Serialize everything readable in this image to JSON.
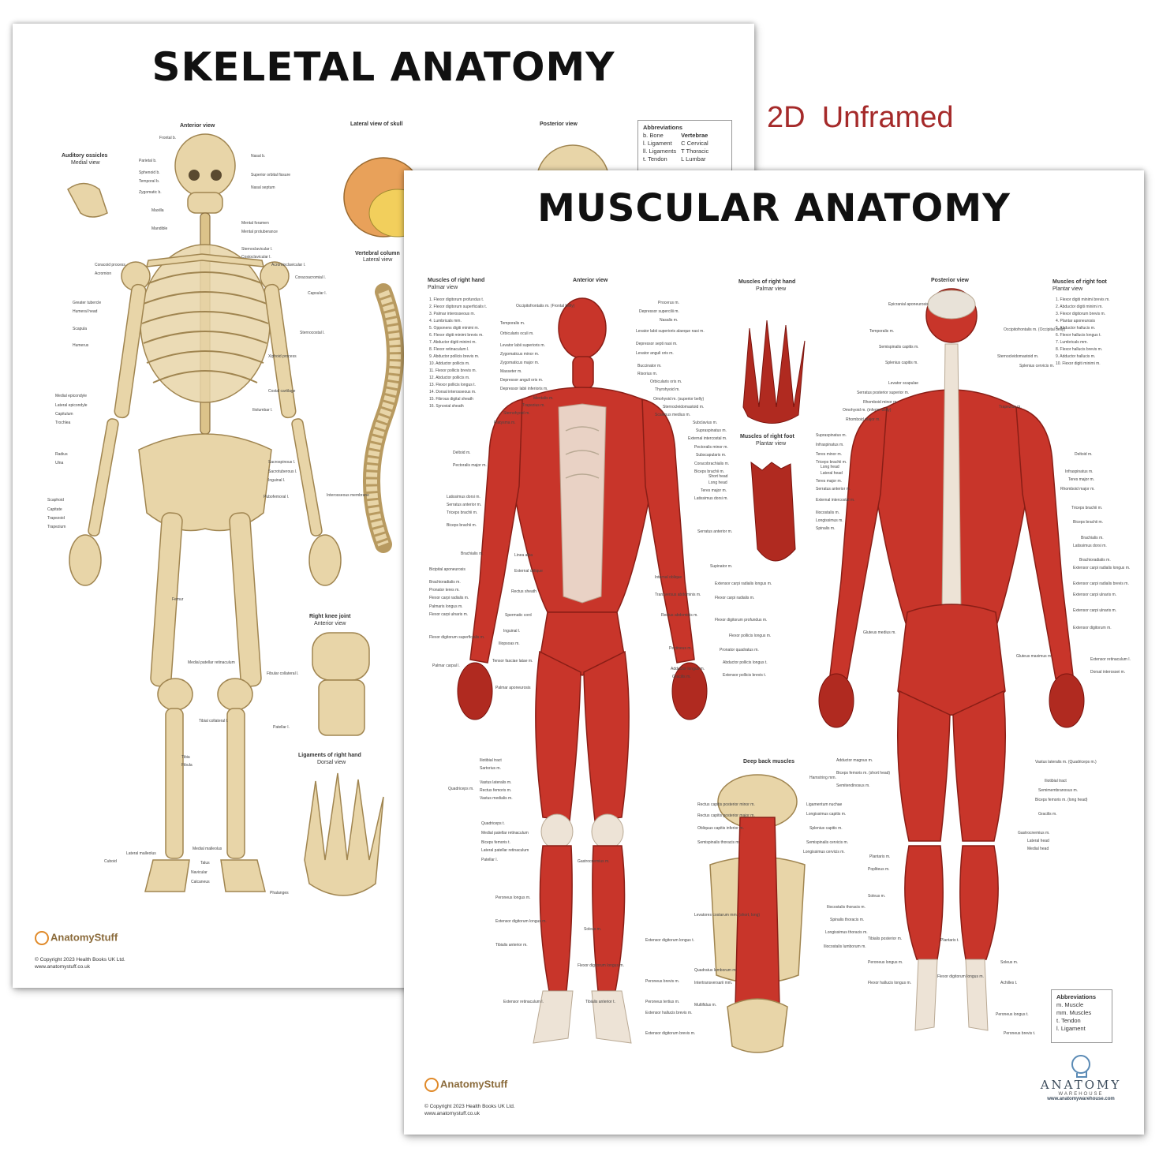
{
  "tag_text": "2D  Unframed",
  "skeletal": {
    "title": "SKELETAL ANATOMY",
    "views": {
      "anterior": "Anterior view",
      "lateral_skull": "Lateral view of skull",
      "posterior": "Posterior view",
      "auditory": "Auditory ossicles",
      "auditory_sub": "Medial view",
      "vertebral": "Vertebral column",
      "vertebral_sub": "Lateral view",
      "knee": "Right knee joint",
      "knee_sub": "Anterior view",
      "hand": "Ligaments of right hand",
      "hand_sub": "Dorsal view"
    },
    "labels_left": [
      "Frontal b.",
      "Parietal b.",
      "Sphenoid b.",
      "Temporal b.",
      "Zygomatic b.",
      "Maxilla",
      "Mandible",
      "Coracoid process",
      "Acromion",
      "Greater tubercle",
      "Humeral head",
      "Scapula",
      "Humerus",
      "Medial epicondyle",
      "Lateral epicondyle",
      "Capitulum",
      "Trochlea",
      "Radius",
      "Ulna",
      "Scaphoid",
      "Capitate",
      "Trapezoid",
      "Trapezium"
    ],
    "labels_right": [
      "Nasal b.",
      "Superior orbital fissure",
      "Nasal septum",
      "Mental foramen",
      "Mental protuberance",
      "Sternoclavicular l.",
      "Costoclavicular l.",
      "Acromioclavicular l.",
      "Coracoacromial l.",
      "Capsular l.",
      "Sternocostal l.",
      "Xiphoid process",
      "Costal cartilage",
      "Iliolumbar l.",
      "Sacrospinous l.",
      "Sacrotuberous l.",
      "Inguinal l.",
      "Pubofemoral l.",
      "Interosseous membrane"
    ],
    "labels_lower": [
      "Femur",
      "Medial patellar retinaculum",
      "Tibial collateral l.",
      "Fibular collateral l.",
      "Patellar l.",
      "Tibia",
      "Fibula",
      "Medial malleolus",
      "Talus",
      "Navicular",
      "Calcaneus",
      "Lateral malleolus",
      "Cuboid",
      "Phalanges"
    ],
    "abbrev_title": "Abbreviations",
    "abbrev_col1": [
      "b.  Bone",
      "l.  Ligament",
      "ll. Ligaments",
      "t.  Tendon"
    ],
    "abbrev_col2_title": "Vertebrae",
    "abbrev_col2": [
      "C  Cervical",
      "T  Thoracic",
      "L  Lumbar"
    ],
    "brand": "AnatomyStuff",
    "copyright": "© Copyright 2023 Health Books UK Ltd.",
    "url": "www.anatomystuff.co.uk"
  },
  "muscular": {
    "title": "MUSCULAR ANATOMY",
    "views": {
      "hand_palmar": "Muscles of right hand",
      "hand_palmar_sub": "Palmar view",
      "anterior": "Anterior view",
      "hand2": "Muscles of right hand",
      "hand2_sub": "Palmar view",
      "foot": "Muscles of right foot",
      "foot_sub": "Plantar view",
      "posterior": "Posterior view",
      "foot2": "Muscles of right foot",
      "foot2_sub": "Plantar view",
      "deep_back": "Deep back muscles"
    },
    "hand_list": [
      "1. Flexor digitorum profundus t.",
      "2. Flexor digitorum superficialis t.",
      "3. Palmar interosseous m.",
      "4. Lumbricals mm.",
      "5. Opponens digiti minimi m.",
      "6. Flexor digiti minimi brevis m.",
      "7. Abductor digiti minimi m.",
      "8. Flexor retinaculum l.",
      "9. Abductor pollicis brevis m.",
      "10. Adductor pollicis m.",
      "11. Flexor pollicis brevis m.",
      "12. Abductor pollicis m.",
      "13. Flexor pollicis longus t.",
      "14. Dorsal interosseous m.",
      "15. Fibrous digital sheath",
      "16. Synovial sheath"
    ],
    "foot_list": [
      "1. Flexor digiti minimi brevis m.",
      "2. Abductor digiti minimi m.",
      "3. Flexor digitorum brevis m.",
      "4. Plantar aponeurosis",
      "5. Abductor hallucis m.",
      "6. Flexor hallucis longus t.",
      "7. Lumbricals mm.",
      "8. Flexor hallucis brevis m.",
      "9. Adductor hallucis m.",
      "10. Flexor digiti minimi m."
    ],
    "labels_left": [
      "Occipitofrontalis m. (Frontal belly)",
      "Temporalis m.",
      "Orbicularis oculi m.",
      "Levator labii superioris m.",
      "Zygomaticus minor m.",
      "Zygomaticus major m.",
      "Masseter m.",
      "Depressor anguli oris m.",
      "Depressor labii inferioris m.",
      "Mentalis m.",
      "Trapezius m.",
      "Sternohyoid m.",
      "Platysma m.",
      "Deltoid m.",
      "Pectoralis major m.",
      "Latissimus dorsi m.",
      "Serratus anterior m.",
      "Triceps brachii m.",
      "Biceps brachii m.",
      "Brachialis m.",
      "Linea alba",
      "External oblique",
      "Bicipital aponeurosis",
      "Brachioradialis m.",
      "Pronator teres m.",
      "Flexor carpi radialis m.",
      "Palmaris longus m.",
      "Flexor carpi ulnaris m.",
      "Rectus sheath",
      "Spermatic cord",
      "Inguinal l.",
      "Iliopsoas m.",
      "Tensor fasciae latae m.",
      "Flexor digitorum superficialis m.",
      "Palmar carpal l.",
      "Palmar aponeurosis"
    ],
    "labels_right": [
      "Procerus m.",
      "Depressor supercilii m.",
      "Nasalis m.",
      "Levator labii superioris alaeque nasi m.",
      "Depressor septi nasi m.",
      "Levator anguli oris m.",
      "Buccinator m.",
      "Risorius m.",
      "Orbicularis oris m.",
      "Thyrohyoid m.",
      "Omohyoid m. (superior belly)",
      "Sternocleidomastoid m.",
      "Scalenus medius m.",
      "Subclavius m.",
      "Supraspinatus m.",
      "External intercostal m.",
      "Pectoralis minor m.",
      "Subscapularis m.",
      "Coracobrachialis m.",
      "Biceps brachii m.",
      "Short head",
      "Long head",
      "Teres major m.",
      "Latissimus dorsi m.",
      "Serratus anterior m.",
      "Supinator m.",
      "Internal oblique",
      "Transversus abdominis m.",
      "Rectus abdominis m.",
      "Extensor carpi radialis longus m.",
      "Flexor carpi radialis m.",
      "Flexor digitorum profundus m.",
      "Flexor pollicis longus m.",
      "Pronator quadratus m.",
      "Abductor pollicis longus t.",
      "Extensor pollicis brevis t.",
      "Pectineus m.",
      "Adductor longus m.",
      "Gracilis m."
    ],
    "labels_lower": [
      "Iliotibial tract",
      "Sartorius m.",
      "Quadriceps m.",
      "Vastus lateralis m.",
      "Rectus femoris m.",
      "Vastus medialis m.",
      "Quadriceps t.",
      "Medial patellar retinaculum",
      "Biceps femoris t.",
      "Lateral patellar retinaculum",
      "Patellar l.",
      "Gastrocnemius m.",
      "Peroneus longus m.",
      "Extensor digitorum longus m.",
      "Tibialis anterior m.",
      "Soleus m.",
      "Flexor digitorum longus m.",
      "Extensor retinaculum l.",
      "Tibialis anterior t.",
      "Extensor digitorum longus t.",
      "Peroneus brevis m.",
      "Peroneus tertius m.",
      "Extensor hallucis brevis m.",
      "Extensor digitorum brevis m."
    ],
    "labels_posterior": [
      "Epicranial aponeurosis",
      "Temporalis m.",
      "Semispinalis capitis m.",
      "Splenius capitis m.",
      "Occipitofrontalis m. (Occipital belly)",
      "Sternocleidomastoid m.",
      "Splenius cervicis m.",
      "Levator scapulae",
      "Serratus posterior superior m.",
      "Rhomboid minor m.",
      "Omohyoid m. (inferior belly)",
      "Rhomboid major m.",
      "Trapezius m.",
      "Supraspinatus m.",
      "Infraspinatus m.",
      "Teres minor m.",
      "Triceps brachii m.",
      "Long head",
      "Lateral head",
      "Teres major m.",
      "Serratus anterior m.",
      "External intercostal m.",
      "Iliocostalis m.",
      "Longissimus m.",
      "Spinalis m.",
      "Deltoid m.",
      "Infraspinatus m.",
      "Teres major m.",
      "Rhomboid major m.",
      "Triceps brachii m.",
      "Biceps brachii m.",
      "Brachialis m.",
      "Latissimus dorsi m.",
      "Brachioradialis m.",
      "Extensor carpi radialis longus m.",
      "Extensor carpi radialis brevis m.",
      "Extensor carpi ulnaris m.",
      "Extensor carpi ulnaris m.",
      "Extensor digitorum m.",
      "Gluteus medius m.",
      "Gluteus maximus m.",
      "Extensor retinaculum l.",
      "Dorsal interossei m."
    ],
    "labels_posterior_lower": [
      "Adductor magnus m.",
      "Biceps femoris m. (short head)",
      "Semitendinosus m.",
      "Hamstring mm.",
      "Vastus lateralis m. (Quadriceps m.)",
      "Iliotibial tract",
      "Semimembranosus m.",
      "Biceps femoris m. (long head)",
      "Gracilis m.",
      "Gastrocnemius m.",
      "Lateral head",
      "Medial head",
      "Plantaris m.",
      "Popliteus m.",
      "Soleus m.",
      "Tibialis posterior m.",
      "Peroneus longus m.",
      "Flexor hallucis longus m.",
      "Plantaris t.",
      "Flexor digitorum longus m.",
      "Soleus m.",
      "Achilles t.",
      "Peroneus longus t.",
      "Peroneus brevis t."
    ],
    "deep_back_labels": [
      "Rectus capitis posterior minor m.",
      "Rectus capitis posterior major m.",
      "Obliquus capitis inferior m.",
      "Semispinalis thoracis m.",
      "Ligamentum nuchae",
      "Longissimus capitis m.",
      "Splenius capitis m.",
      "Semispinalis cervicis m.",
      "Longissimus cervicis m.",
      "Iliocostalis thoracis m.",
      "Spinalis thoracis m.",
      "Longissimus thoracis m.",
      "Iliocostalis lumborum m.",
      "Levatores costarum mm. (short, long)",
      "Quadratus lumborum m.",
      "Intertransversarii mm.",
      "Multifidus m."
    ],
    "abbrev_title": "Abbreviations",
    "abbrev": [
      "m.  Muscle",
      "mm. Muscles",
      "t.  Tendon",
      "l.  Ligament"
    ],
    "brand": "AnatomyStuff",
    "copyright": "© Copyright 2023 Health Books UK Ltd.",
    "url": "www.anatomystuff.co.uk",
    "wh_name": "ANATOMY",
    "wh_sub": "WAREHOUSE",
    "wh_url": "www.anatomywarehouse.com"
  }
}
